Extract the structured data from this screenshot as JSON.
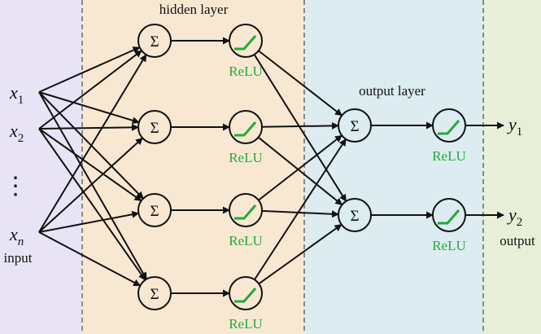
{
  "layers": {
    "hidden_label": "hidden layer",
    "output_label": "output layer"
  },
  "inputs": {
    "nodes": [
      {
        "var": "x",
        "sub": "1"
      },
      {
        "var": "x",
        "sub": "2"
      },
      {
        "var": "x",
        "sub": "n"
      }
    ],
    "ellipsis": "⋮",
    "label": "input"
  },
  "hidden": {
    "sum_symbol": "Σ",
    "activation": [
      "ReLU",
      "ReLU",
      "ReLU",
      "ReLU"
    ]
  },
  "output": {
    "sum_symbol": "Σ",
    "activation": [
      "ReLU",
      "ReLU"
    ],
    "results": [
      {
        "var": "y",
        "sub": "1"
      },
      {
        "var": "y",
        "sub": "2"
      }
    ],
    "label": "output"
  },
  "colors": {
    "input_band": "#e8e4f6",
    "hidden_band": "#f8e8d2",
    "output_band": "#dcecf0",
    "right_band": "#e8efd8",
    "relu_green": "#22aa3a",
    "stroke": "#111111",
    "divider": "#888888"
  }
}
